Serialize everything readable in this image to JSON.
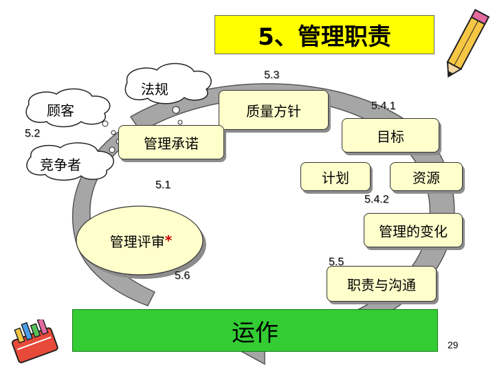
{
  "slide": {
    "title": "5、管理职责",
    "page_number": "29"
  },
  "clouds": {
    "regulations": "法规",
    "customers": "顾客",
    "competitors": "竞争者"
  },
  "boxes": {
    "quality_policy": "质量方针",
    "management_commitment": "管理承诺",
    "objectives": "目标",
    "planning": "计划",
    "resources": "资源",
    "management_of_change": "管理的变化",
    "management_review": "管理评审",
    "review_asterisk": "*",
    "responsibility_communication": "职责与沟通",
    "operation": "运作"
  },
  "section_labels": {
    "s5_3": "5.3",
    "s5_4_1": "5.4.1",
    "s5_2": "5.2",
    "s5_1": "5.1",
    "s5_4_2": "5.4.2",
    "s5_5": "5.5",
    "s5_6": "5.6"
  },
  "colors": {
    "title_bg": "#ffff00",
    "box_fill": "#ffffcc",
    "operation_fill": "#33cc33",
    "arrow_gray": "#a6a6a6",
    "asterisk": "#cc0000"
  },
  "icons": [
    "pencil-cup-icon",
    "pencil-icon"
  ]
}
